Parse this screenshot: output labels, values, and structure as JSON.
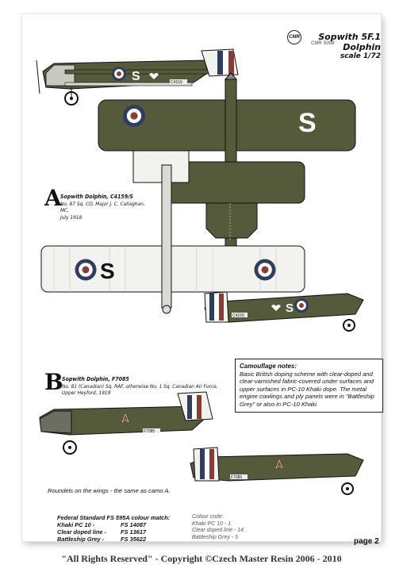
{
  "header": {
    "logo": "CMR",
    "title": "Sopwith 5F.1 Dolphin",
    "code": "CMR S008",
    "scale": "scale 1/72"
  },
  "scheme_a": {
    "letter": "A",
    "name": "Sopwith Dolphin, C4159/S",
    "unit": "No. 87 Sq. CO, Major J. C. Callaghan, MC,",
    "date": "July 1918",
    "code_letter": "S",
    "serial": "C4159"
  },
  "scheme_b": {
    "letter": "B",
    "name": "Sopwith Dolphin, F7085",
    "unit": "No. 81 (Canadian) Sq. RAF, otherwise No. 1 Sq. Canadian Air Force,",
    "place": "Upper Heyford, 1919",
    "serial": "F7085",
    "fin_marking": "F7085"
  },
  "camouflage": {
    "heading": "Camouflage notes:",
    "text": "Basic British doping scheme with clear-doped and clear-varnished fabric-covered under surfaces and upper surfaces in PC-10 Khaki dope. The metal engine cowlings and ply panels were in \"Battleship Grey\" or also in PC-10 Khaki."
  },
  "roundels_note": "Roundels on the wings - the same as camo A.",
  "federal_standard": {
    "heading": "Federal Standard FS 595A colour match:",
    "rows": [
      {
        "name": "Khaki PC 10 -",
        "code": "FS 14087"
      },
      {
        "name": "Clear doped line -",
        "code": "FS 13617"
      },
      {
        "name": "Battleship Grey -",
        "code": "FS 35622"
      }
    ]
  },
  "colour_code": {
    "heading": "Colour code:",
    "rows": [
      "Khaki PC 10 - 1",
      "Clear doped line - 14",
      "Battleship Grey - 5"
    ]
  },
  "page_label": "page 2",
  "footer": "\"All Rights Reserved\" - Copyright ©Czech Master Resin 2006 - 2010",
  "colors": {
    "khaki": "#555a3a",
    "doped": "#f2f2ee",
    "roundel_blue": "#2f3d5e",
    "roundel_red": "#8a3b33"
  }
}
